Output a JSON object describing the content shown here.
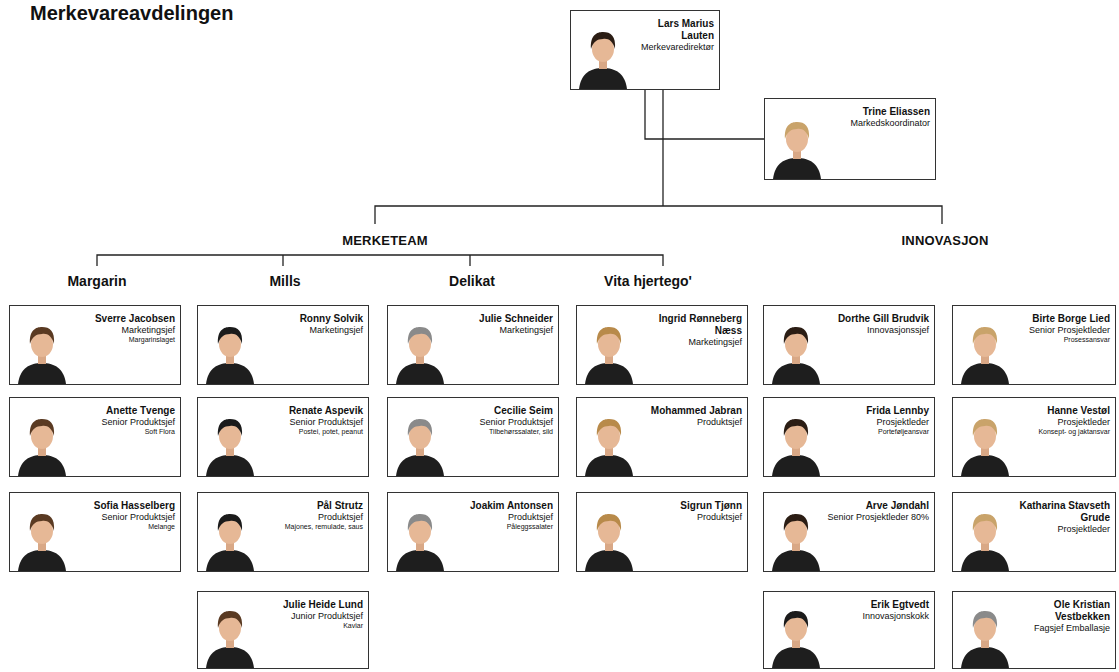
{
  "diagram": {
    "title": "Merkevareavdelingen",
    "nodes": [
      {
        "text": [
          "Lars Marius Lauten",
          "Merkevaredirektør"
        ]
      },
      {
        "text": [
          "Trine Eliassen",
          "Markedskoordinator"
        ]
      },
      {
        "text": [
          "Sverre Jacobsen",
          "Marketingsjef",
          "Margarinslaget"
        ]
      },
      {
        "text": [
          "Ronny Solvik",
          "Marketingsjef"
        ]
      },
      {
        "text": [
          "Julie Schneider",
          "Marketingsjef"
        ]
      },
      {
        "text": [
          "Ingrid Rønneberg Næss",
          "Marketingsjef"
        ]
      },
      {
        "text": [
          "Dorthe Gill Brudvik",
          "Innovasjonssjef"
        ]
      },
      {
        "text": [
          "Birte Borge Lied",
          "Senior Prosjektleder",
          "Prosessansvar"
        ]
      },
      {
        "text": [
          "Anette Tvenge",
          "Senior Produktsjef",
          "Soft Flora"
        ]
      },
      {
        "text": [
          "Renate Aspevik",
          "Senior Produktsjef",
          "Postei, potet, peanut"
        ]
      },
      {
        "text": [
          "Cecilie Seim",
          "Senior Produktsjef",
          "Tilbehørssalater, sild"
        ]
      },
      {
        "text": [
          "Mohammed Jabran",
          "Produktsjef"
        ]
      },
      {
        "text": [
          "Frida Lennby",
          "Prosjektleder",
          "Porteføljeansvar"
        ]
      },
      {
        "text": [
          "Hanne Vestøl",
          "Prosjektleder",
          "Konsept- og jaktansvar"
        ]
      },
      {
        "text": [
          "Sofia Hasselberg",
          "Senior Produktsjef",
          "Melange"
        ]
      },
      {
        "text": [
          "Pål Strutz",
          "Produktsjef",
          "Majones, remulade, saus"
        ]
      },
      {
        "text": [
          "Joakim Antonsen",
          "Produktsjef",
          "Påleggssalater"
        ]
      },
      {
        "text": [
          "Sigrun Tjønn",
          "Produktsjef"
        ]
      },
      {
        "text": [
          "Arve Jøndahl",
          "Senior Prosjektleder 80%"
        ]
      },
      {
        "text": [
          "Katharina Stavseth Grude",
          "Prosjektleder"
        ]
      },
      {
        "text": [
          "Julie Heide Lund",
          "Junior Produktsjef",
          "Kaviar"
        ]
      },
      {
        "text": [
          "Erik Egtvedt",
          "Innovasjonskokk"
        ]
      },
      {
        "text": [
          "Ole Kristian Vestbekken",
          "Fagsjef Emballasje"
        ]
      }
    ],
    "edges": [
      {
        "from": 0,
        "to": 1,
        "arrow": "none"
      }
    ],
    "labels": [
      "MERKETEAM",
      "INNOVASJON",
      "Margarin",
      "Mills",
      "Delikat",
      "Vita hjertego'"
    ]
  }
}
